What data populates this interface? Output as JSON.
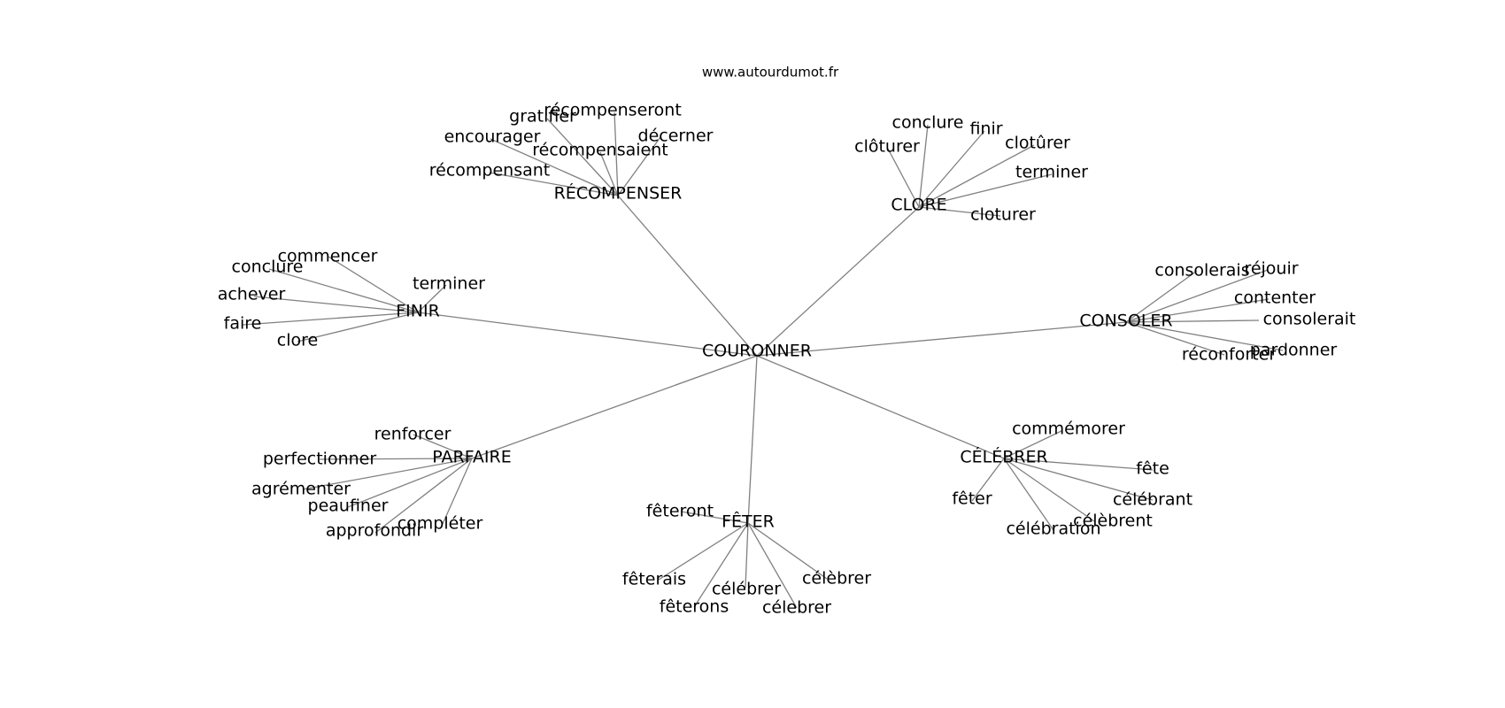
{
  "source": "www.autourdumot.fr",
  "center": "COURONNER",
  "groups": [
    {
      "key": "recompenser",
      "label": "RÉCOMPENSER",
      "words": [
        "récompenseront",
        "gratifier",
        "décerner",
        "encourager",
        "récompensaient",
        "récompensant"
      ]
    },
    {
      "key": "clore",
      "label": "CLORE",
      "words": [
        "conclure",
        "finir",
        "clôturer",
        "clotûrer",
        "terminer",
        "cloturer"
      ]
    },
    {
      "key": "finir",
      "label": "FINIR",
      "words": [
        "commencer",
        "conclure",
        "terminer",
        "achever",
        "faire",
        "clore"
      ]
    },
    {
      "key": "consoler",
      "label": "CONSOLER",
      "words": [
        "consolerais",
        "réjouir",
        "contenter",
        "consolerait",
        "pardonner",
        "réconforter"
      ]
    },
    {
      "key": "parfaire",
      "label": "PARFAIRE",
      "words": [
        "renforcer",
        "perfectionner",
        "agrémenter",
        "peaufiner",
        "compléter",
        "approfondir"
      ]
    },
    {
      "key": "feter",
      "label": "FÊTER",
      "words": [
        "fêteront",
        "fêterais",
        "célébrer",
        "célèbrer",
        "fêterons",
        "célebrer"
      ]
    },
    {
      "key": "celebrer",
      "label": "CÉLÉBRER",
      "words": [
        "commémorer",
        "fête",
        "fêter",
        "célébrant",
        "célèbrent",
        "célébration"
      ]
    }
  ]
}
